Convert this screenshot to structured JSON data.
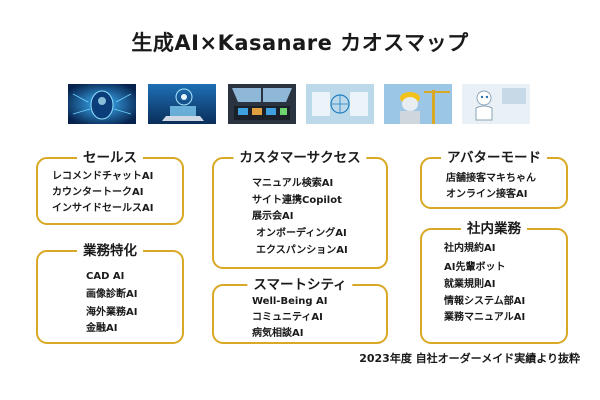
{
  "title": "生成AI×Kasanare カオスマップ",
  "photos": [
    {
      "name": "ai-head-photo"
    },
    {
      "name": "laptop-hologram-photo"
    },
    {
      "name": "cockpit-photo"
    },
    {
      "name": "digital-lab-photo"
    },
    {
      "name": "robot-construction-photo"
    },
    {
      "name": "service-robot-photo"
    }
  ],
  "categories": {
    "sales": {
      "title": "セールス",
      "items": [
        "レコメンドチャットAI",
        "カウンタートークAI",
        "インサイドセールスAI"
      ]
    },
    "business_specific": {
      "title": "業務特化",
      "items": [
        "CAD AI",
        "画像診断AI",
        "海外業務AI",
        "金融AI"
      ]
    },
    "customer_success": {
      "title": "カスタマーサクセス",
      "items": [
        "マニュアル検索AI",
        "サイト連携Copilot",
        "展示会AI",
        "オンボーディングAI",
        "エクスパンションAI"
      ]
    },
    "smart_city": {
      "title": "スマートシティ",
      "items": [
        "Well-Being AI",
        "コミュニティAI",
        "病気相談AI"
      ]
    },
    "avatar_mode": {
      "title": "アバターモード",
      "items": [
        "店舗接客マキちゃん",
        "オンライン接客AI"
      ]
    },
    "internal_business": {
      "title": "社内業務",
      "items": [
        "社内規約AI",
        "AI先輩ボット",
        "就業規則AI",
        "情報システム部AI",
        "業務マニュアルAI"
      ]
    }
  },
  "footer": "2023年度 自社オーダーメイド実績より抜粋"
}
